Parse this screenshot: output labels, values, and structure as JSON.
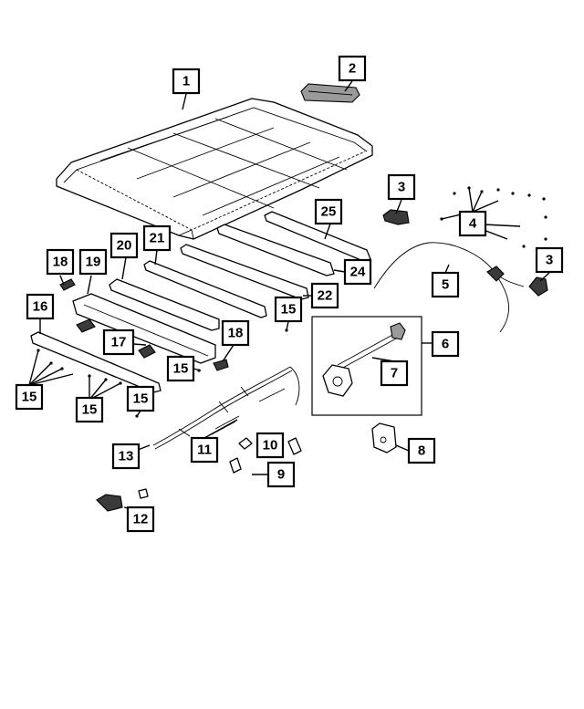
{
  "callouts": [
    {
      "id": "c1",
      "label": "1"
    },
    {
      "id": "c2",
      "label": "2"
    },
    {
      "id": "c3a",
      "label": "3"
    },
    {
      "id": "c3b",
      "label": "3"
    },
    {
      "id": "c4",
      "label": "4"
    },
    {
      "id": "c5",
      "label": "5"
    },
    {
      "id": "c6",
      "label": "6"
    },
    {
      "id": "c7",
      "label": "7"
    },
    {
      "id": "c8",
      "label": "8"
    },
    {
      "id": "c9",
      "label": "9"
    },
    {
      "id": "c10",
      "label": "10"
    },
    {
      "id": "c11",
      "label": "11"
    },
    {
      "id": "c12",
      "label": "12"
    },
    {
      "id": "c13",
      "label": "13"
    },
    {
      "id": "c15a",
      "label": "15"
    },
    {
      "id": "c15b",
      "label": "15"
    },
    {
      "id": "c15c",
      "label": "15"
    },
    {
      "id": "c15d",
      "label": "15"
    },
    {
      "id": "c15e",
      "label": "15"
    },
    {
      "id": "c16",
      "label": "16"
    },
    {
      "id": "c17",
      "label": "17"
    },
    {
      "id": "c18a",
      "label": "18"
    },
    {
      "id": "c18b",
      "label": "18"
    },
    {
      "id": "c19",
      "label": "19"
    },
    {
      "id": "c20",
      "label": "20"
    },
    {
      "id": "c21",
      "label": "21"
    },
    {
      "id": "c22",
      "label": "22"
    },
    {
      "id": "c24",
      "label": "24"
    },
    {
      "id": "c25",
      "label": "25"
    }
  ],
  "colors": {
    "line": "#000000",
    "background": "#ffffff",
    "fill_dark": "#3a3a3a",
    "fill_grey": "#9a9a9a"
  }
}
